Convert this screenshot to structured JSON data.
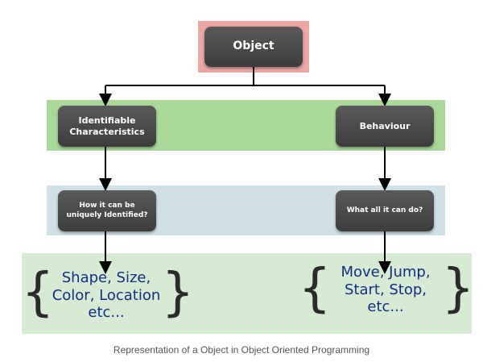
{
  "diagram": {
    "root": {
      "label": "Object"
    },
    "branches": [
      {
        "label_lines": [
          "Identifiable",
          "Characteristics"
        ],
        "question_lines": [
          "How it can be",
          "uniquely Identified?"
        ],
        "examples_lines": [
          "Shape, Size,",
          "Color, Location",
          "etc..."
        ]
      },
      {
        "label_lines": [
          "Behaviour"
        ],
        "question_lines": [
          "What all it can do?"
        ],
        "examples_lines": [
          "Move, Jump,",
          "Start, Stop,",
          "etc..."
        ]
      }
    ],
    "braces": {
      "open": "{",
      "close": "}"
    },
    "caption": "Representation of a Object in Object Oriented Programming"
  },
  "colors": {
    "node_fill": "#4a4a4a",
    "object_frame": "#eaa7a3",
    "band_green": "#a9d89a",
    "band_blue": "#cfe0e6",
    "band_light": "#d7ebd4",
    "example_text": "#102e84"
  }
}
